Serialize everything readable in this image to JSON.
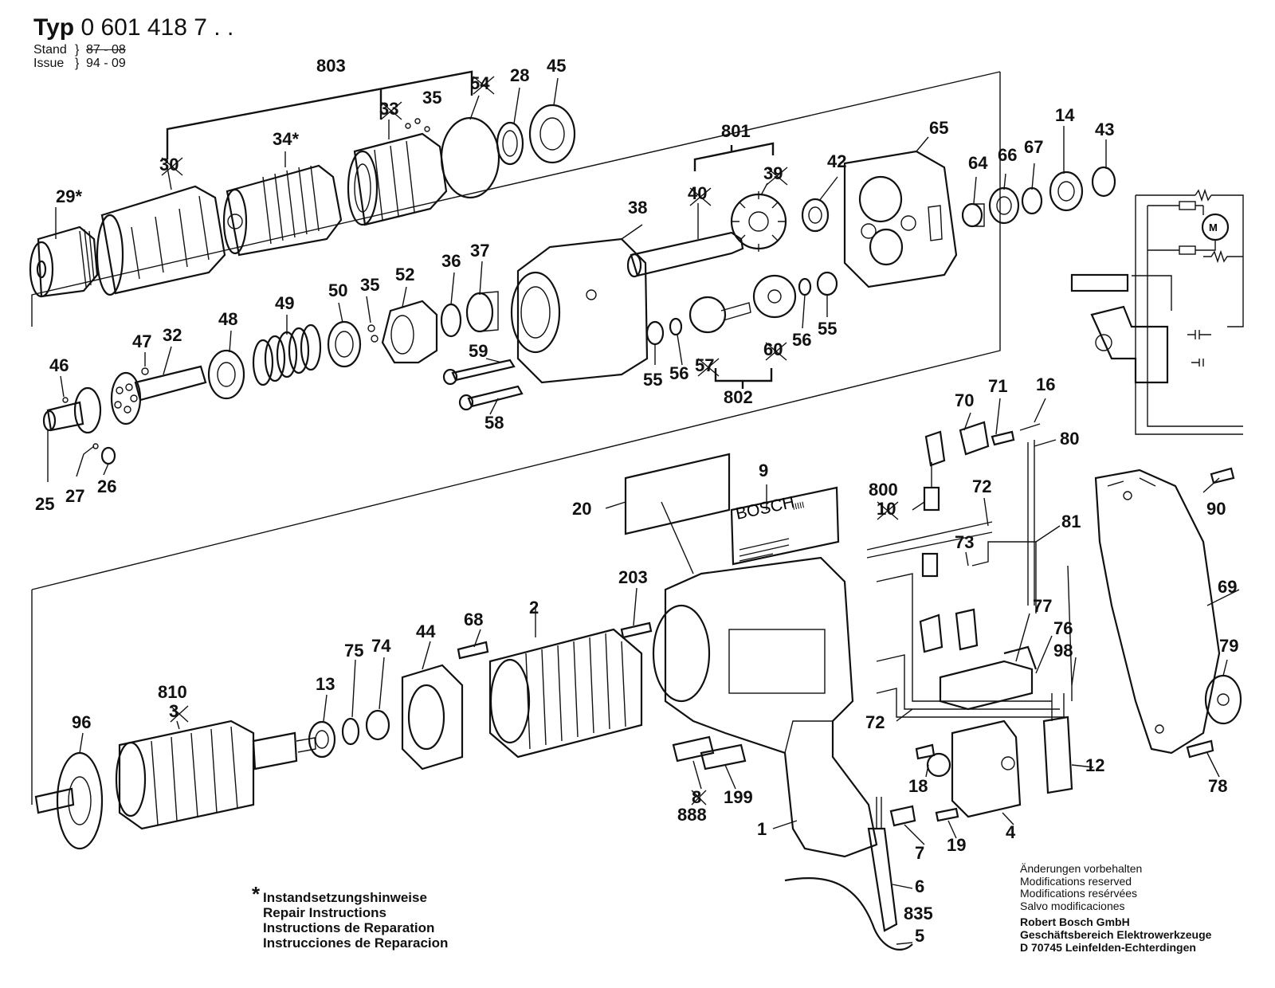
{
  "header": {
    "type_label": "Typ",
    "type_number": "0 601 418 7 . .",
    "stand_label": "Stand",
    "stand_value": "87 - 08",
    "issue_label": "Issue",
    "issue_value": "94 - 09"
  },
  "labels": [
    {
      "id": "803",
      "text": "803"
    },
    {
      "id": "54",
      "text": "54"
    },
    {
      "id": "28",
      "text": "28"
    },
    {
      "id": "45",
      "text": "45"
    },
    {
      "id": "33",
      "text": "33"
    },
    {
      "id": "35a",
      "text": "35"
    },
    {
      "id": "34",
      "text": "34*"
    },
    {
      "id": "30",
      "text": "30"
    },
    {
      "id": "29",
      "text": "29*"
    },
    {
      "id": "801",
      "text": "801"
    },
    {
      "id": "65",
      "text": "65"
    },
    {
      "id": "14",
      "text": "14"
    },
    {
      "id": "43",
      "text": "43"
    },
    {
      "id": "42",
      "text": "42"
    },
    {
      "id": "39",
      "text": "39"
    },
    {
      "id": "40",
      "text": "40"
    },
    {
      "id": "64",
      "text": "64"
    },
    {
      "id": "66",
      "text": "66"
    },
    {
      "id": "67",
      "text": "67"
    },
    {
      "id": "38",
      "text": "38"
    },
    {
      "id": "36",
      "text": "36"
    },
    {
      "id": "37",
      "text": "37"
    },
    {
      "id": "52",
      "text": "52"
    },
    {
      "id": "35b",
      "text": "35"
    },
    {
      "id": "50",
      "text": "50"
    },
    {
      "id": "49",
      "text": "49"
    },
    {
      "id": "48",
      "text": "48"
    },
    {
      "id": "47",
      "text": "47"
    },
    {
      "id": "32",
      "text": "32"
    },
    {
      "id": "46",
      "text": "46"
    },
    {
      "id": "59",
      "text": "59"
    },
    {
      "id": "58",
      "text": "58"
    },
    {
      "id": "55a",
      "text": "55"
    },
    {
      "id": "56a",
      "text": "56"
    },
    {
      "id": "57",
      "text": "57"
    },
    {
      "id": "60",
      "text": "60"
    },
    {
      "id": "802",
      "text": "802"
    },
    {
      "id": "56b",
      "text": "56"
    },
    {
      "id": "55b",
      "text": "55"
    },
    {
      "id": "25",
      "text": "25"
    },
    {
      "id": "27",
      "text": "27"
    },
    {
      "id": "26",
      "text": "26"
    },
    {
      "id": "70",
      "text": "70"
    },
    {
      "id": "71",
      "text": "71"
    },
    {
      "id": "16",
      "text": "16"
    },
    {
      "id": "80",
      "text": "80"
    },
    {
      "id": "9",
      "text": "9"
    },
    {
      "id": "20",
      "text": "20"
    },
    {
      "id": "800",
      "text": "800"
    },
    {
      "id": "10",
      "text": "10"
    },
    {
      "id": "72a",
      "text": "72"
    },
    {
      "id": "81",
      "text": "81"
    },
    {
      "id": "90",
      "text": "90"
    },
    {
      "id": "73",
      "text": "73"
    },
    {
      "id": "203",
      "text": "203"
    },
    {
      "id": "2",
      "text": "2"
    },
    {
      "id": "68",
      "text": "68"
    },
    {
      "id": "44",
      "text": "44"
    },
    {
      "id": "75",
      "text": "75"
    },
    {
      "id": "74",
      "text": "74"
    },
    {
      "id": "13",
      "text": "13"
    },
    {
      "id": "810",
      "text": "810"
    },
    {
      "id": "3",
      "text": "3"
    },
    {
      "id": "96",
      "text": "96"
    },
    {
      "id": "69",
      "text": "69"
    },
    {
      "id": "77",
      "text": "77"
    },
    {
      "id": "76",
      "text": "76"
    },
    {
      "id": "98",
      "text": "98"
    },
    {
      "id": "79",
      "text": "79"
    },
    {
      "id": "72b",
      "text": "72"
    },
    {
      "id": "12",
      "text": "12"
    },
    {
      "id": "18",
      "text": "18"
    },
    {
      "id": "78",
      "text": "78"
    },
    {
      "id": "8",
      "text": "8"
    },
    {
      "id": "888",
      "text": "888"
    },
    {
      "id": "199",
      "text": "199"
    },
    {
      "id": "4",
      "text": "4"
    },
    {
      "id": "1",
      "text": "1"
    },
    {
      "id": "7",
      "text": "7"
    },
    {
      "id": "19",
      "text": "19"
    },
    {
      "id": "6",
      "text": "6"
    },
    {
      "id": "835",
      "text": "835"
    },
    {
      "id": "5",
      "text": "5"
    }
  ],
  "nameplate": {
    "brand": "BOSCH",
    "code": "IIIII"
  },
  "motor_symbol": "M",
  "repair_instructions": {
    "star": "*",
    "lines": [
      "Instandsetzungshinweise",
      "Repair Instructions",
      "Instructions de Reparation",
      "Instrucciones de Reparacion"
    ]
  },
  "modification_notes": [
    "Änderungen vorbehalten",
    "Modifications reserved",
    "Modifications resérvées",
    "Salvo modificaciones"
  ],
  "company": [
    "Robert Bosch GmbH",
    "Geschäftsbereich Elektrowerkzeuge",
    "D 70745 Leinfelden-Echterdingen"
  ],
  "colors": {
    "ink": "#111111",
    "paper": "#ffffff"
  }
}
